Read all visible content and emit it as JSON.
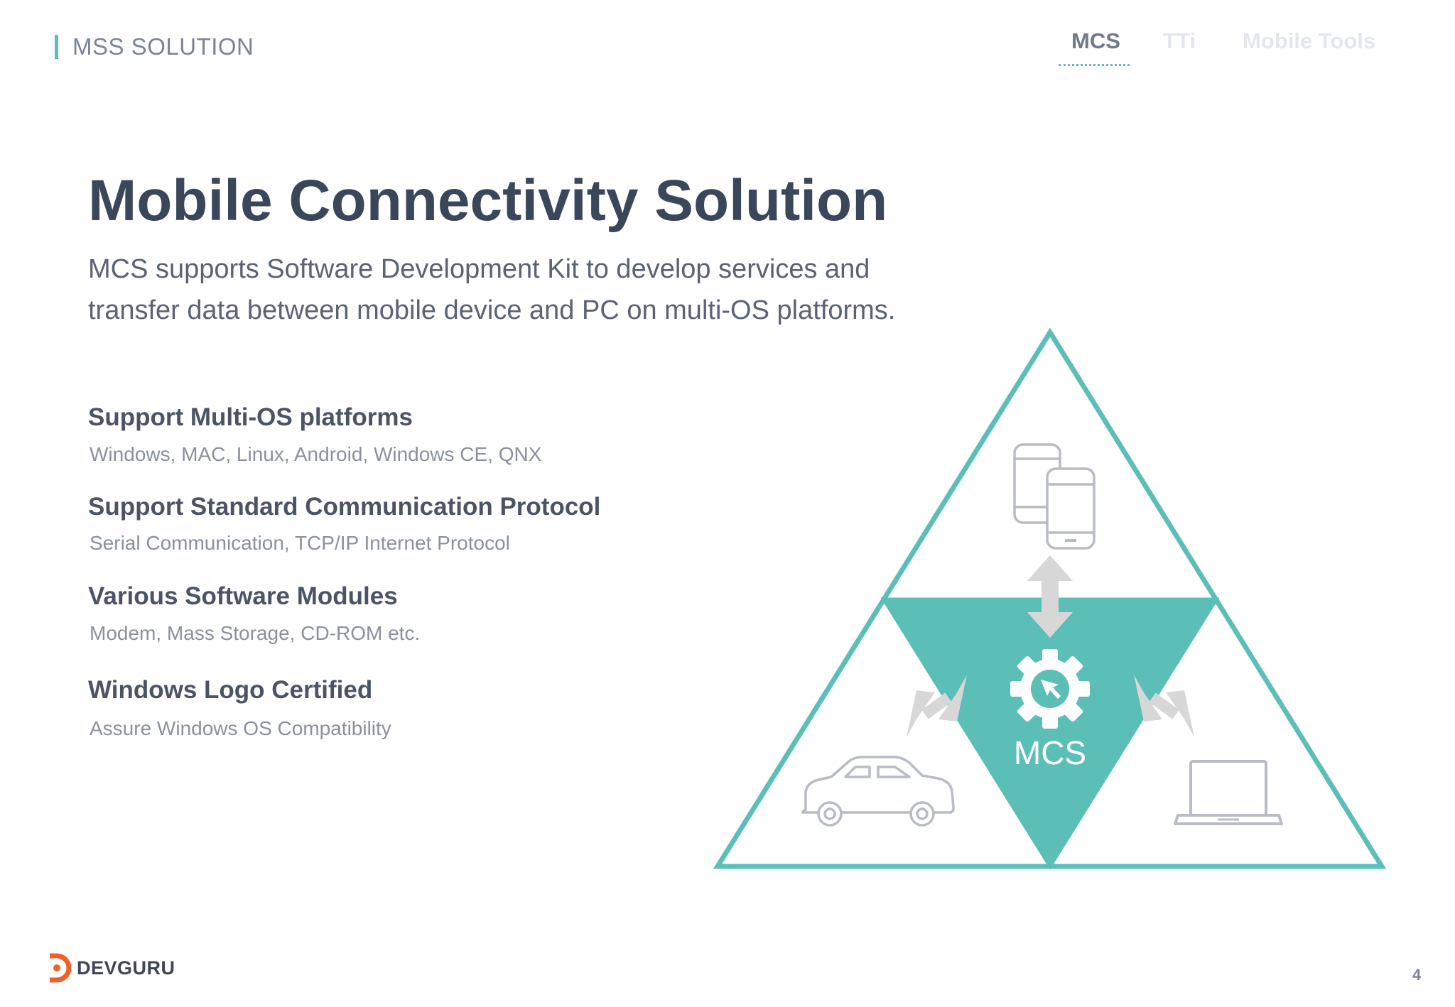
{
  "header": {
    "section_label": "MSS SOLUTION"
  },
  "tabs": [
    {
      "label": "MCS",
      "active": true
    },
    {
      "label": "TTi",
      "active": false
    },
    {
      "label": "Mobile Tools",
      "active": false
    }
  ],
  "main": {
    "title": "Mobile Connectivity Solution",
    "description_line1": "MCS supports Software Development Kit to develop services and",
    "description_line2": "transfer data between mobile device and PC on multi-OS platforms."
  },
  "features": [
    {
      "title": "Support Multi-OS platforms",
      "subtitle": "Windows, MAC, Linux, Android, Windows CE, QNX"
    },
    {
      "title": "Support Standard Communication Protocol",
      "subtitle": "Serial Communication, TCP/IP Internet Protocol"
    },
    {
      "title": "Various Software Modules",
      "subtitle": "Modem, Mass Storage, CD-ROM etc."
    },
    {
      "title": "Windows Logo Certified",
      "subtitle": "Assure Windows OS Compatibility"
    }
  ],
  "diagram": {
    "center_label": "MCS",
    "icons": [
      "mobile-phones-icon",
      "car-icon",
      "laptop-icon",
      "gear-cursor-icon"
    ]
  },
  "footer": {
    "brand": "DEVGURU",
    "page_number": "4"
  },
  "colors": {
    "accent": "#5bbfb8",
    "title": "#3a4659",
    "brand_orange": "#f0602a",
    "arrow_gray": "#d7d7d7",
    "icon_gray": "#b8bcc4"
  }
}
